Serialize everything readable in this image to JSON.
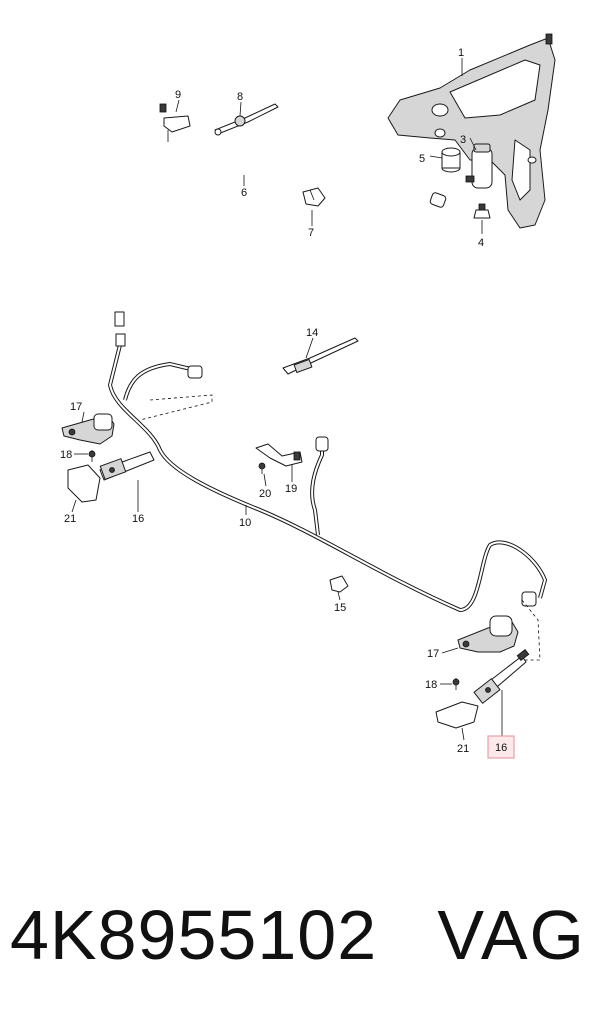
{
  "callouts": {
    "c1": "1",
    "c3": "3",
    "c4": "4",
    "c5": "5",
    "c6": "6",
    "c7": "7",
    "c8": "8",
    "c9": "9",
    "c10": "10",
    "c14": "14",
    "c15": "15",
    "c16_left": "16",
    "c16_right": "16",
    "c17_left": "17",
    "c17_right": "17",
    "c18_left": "18",
    "c18_right": "18",
    "c19": "19",
    "c20": "20",
    "c21_left": "21",
    "c21_right": "21"
  },
  "highlight": {
    "callout": "16",
    "color": "#e8a0a6",
    "fill": "#fde8ea"
  },
  "caption": {
    "part_number": "4K8955102",
    "brand": "VAG"
  }
}
